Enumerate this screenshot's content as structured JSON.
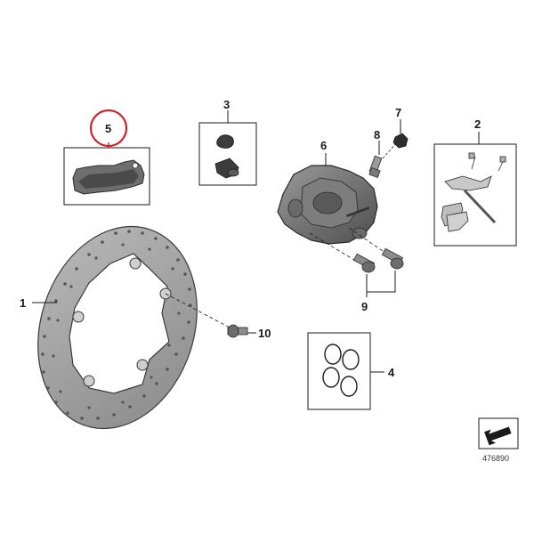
{
  "diagram": {
    "callouts": {
      "c1": "1",
      "c2": "2",
      "c3": "3",
      "c4": "4",
      "c5": "5",
      "c6": "6",
      "c7": "7",
      "c8": "8",
      "c9": "9",
      "c10": "10"
    },
    "highlighted_part": "5",
    "diagram_id": "476890",
    "colors": {
      "highlight": "#d0202a",
      "line": "#1a1a1a",
      "part_gray": "#8c8c8c",
      "part_dark": "#5a5a5a"
    }
  }
}
